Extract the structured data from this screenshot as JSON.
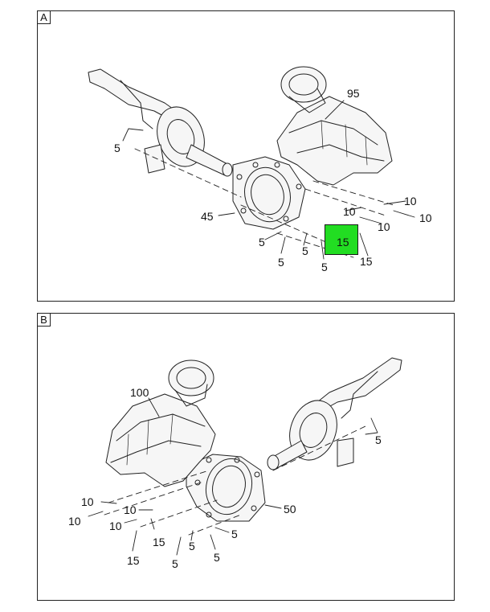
{
  "panel_a": {
    "label": "A",
    "callouts": [
      "95",
      "5",
      "45",
      "5",
      "5",
      "5",
      "5",
      "10",
      "10",
      "10",
      "10",
      "15",
      "15"
    ]
  },
  "panel_b": {
    "label": "B",
    "callouts": [
      "100",
      "5",
      "50",
      "10",
      "10",
      "10",
      "10",
      "15",
      "15",
      "5",
      "5",
      "5",
      "5"
    ]
  },
  "highlight": {
    "label": "15",
    "color": "#22dd22"
  },
  "colors": {
    "line": "#222222",
    "part_fill": "#f6f6f6"
  }
}
